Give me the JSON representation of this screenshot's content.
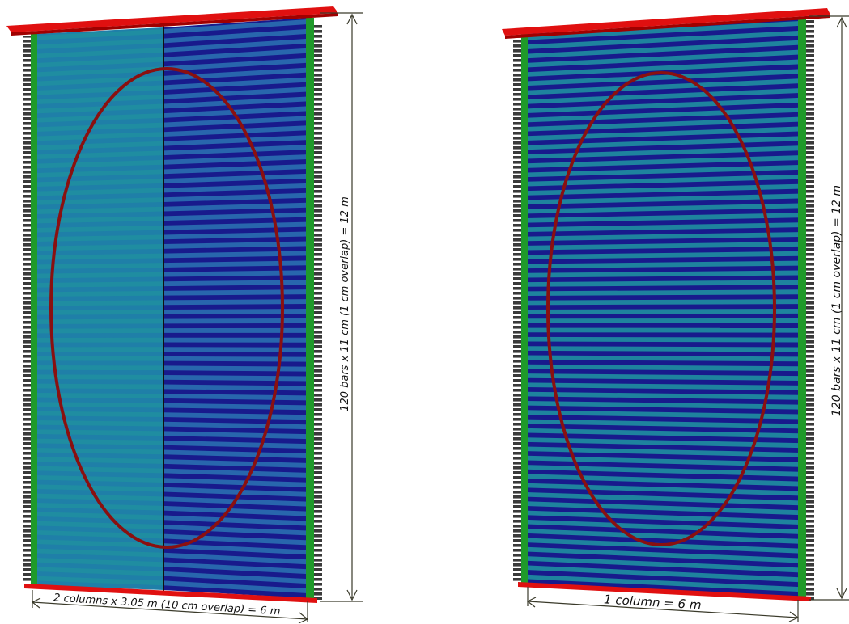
{
  "panels": [
    {
      "id": "left",
      "height_label": "120 bars x 11 cm (1 cm overlap) = 12 m",
      "width_label": "2 columns x 3.05 m (10 cm overlap) = 6 m",
      "columns": 2
    },
    {
      "id": "right",
      "height_label": "120 bars x 11 cm (1 cm overlap) = 12 m",
      "width_label": "1 column = 6 m",
      "columns": 1
    }
  ],
  "colors": {
    "rail": "#e01010",
    "rail_dark": "#a00000",
    "bar_light": "#1f8fa0",
    "bar_dark": "#15168a",
    "side_rail": "#1f9a2a",
    "ellipse": "#8a1010",
    "connector": "#3a3a3a",
    "dimension": "#3a3a2a"
  }
}
